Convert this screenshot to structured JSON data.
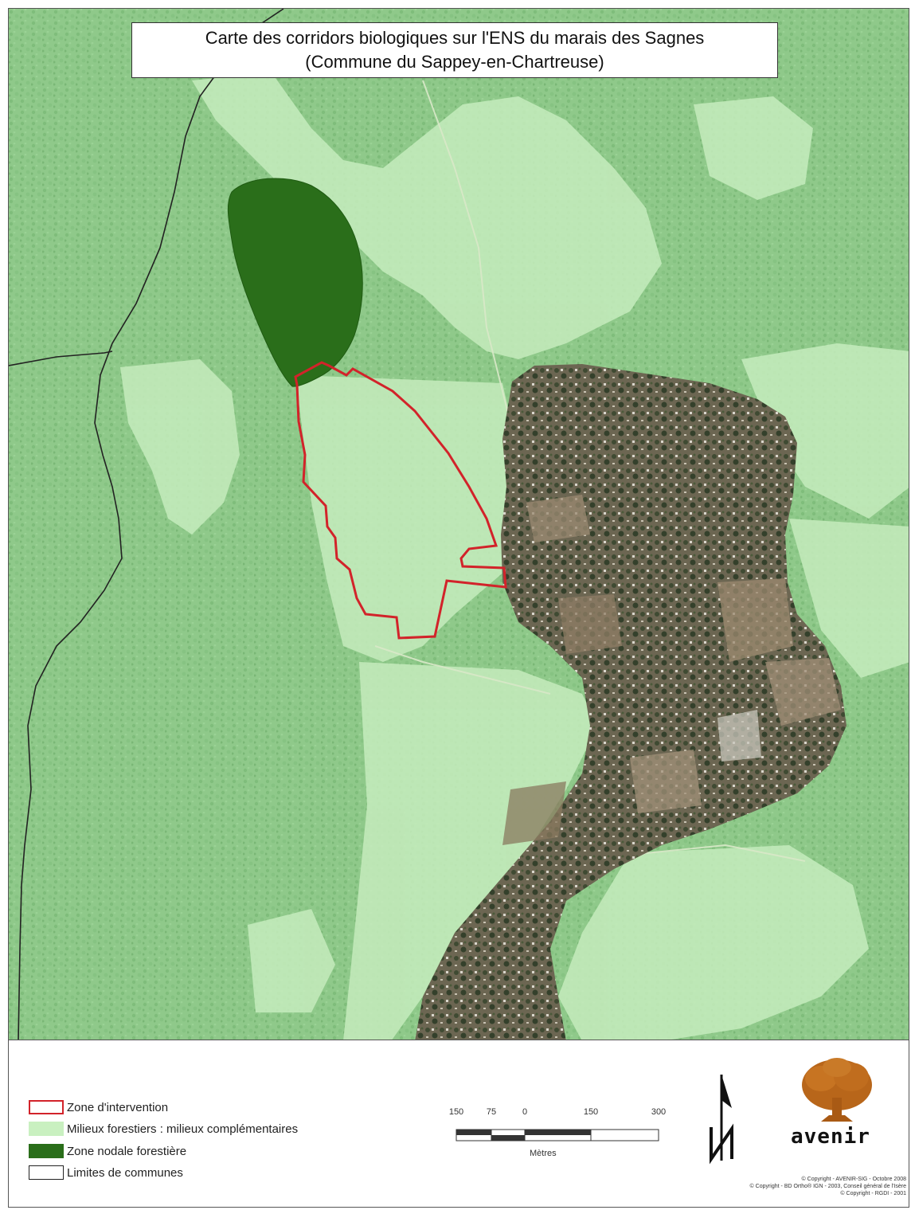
{
  "title": {
    "line1": "Carte des corridors biologiques sur l'ENS du marais des Sagnes",
    "line2": "(Commune du Sappey-en-Chartreuse)"
  },
  "legend": [
    {
      "label": "Zone d'intervention",
      "swatch": "outline-red",
      "color": "#d2232a"
    },
    {
      "label": "Milieux forestiers : milieux complémentaires",
      "swatch": "fill-light",
      "color": "#c9f0c0"
    },
    {
      "label": "Zone nodale forestière",
      "swatch": "fill-dark",
      "color": "#2a6e1a"
    },
    {
      "label": "Limites de communes",
      "swatch": "outline-black",
      "color": "#222222"
    }
  ],
  "scale": {
    "ticks": [
      "150",
      "75",
      "0",
      "150",
      "300"
    ],
    "unit": "Mètres"
  },
  "north_arrow": "north-arrow-icon",
  "logo": {
    "name": "avenir",
    "icon": "tree-logo-icon"
  },
  "copyright": [
    "© Copyright - AVENIR-SIG - Octobre 2008",
    "© Copyright - BD Ortho® IGN - 2003, Conseil général de l'Isère",
    "© Copyright - RGDI - 2001"
  ],
  "colors": {
    "zone_intervention": "#d2232a",
    "zone_nodale": "#2a6e1a",
    "milieux_complementaires": "#c9f0c0",
    "village": "#5a5040",
    "commune_limit": "#222222"
  }
}
